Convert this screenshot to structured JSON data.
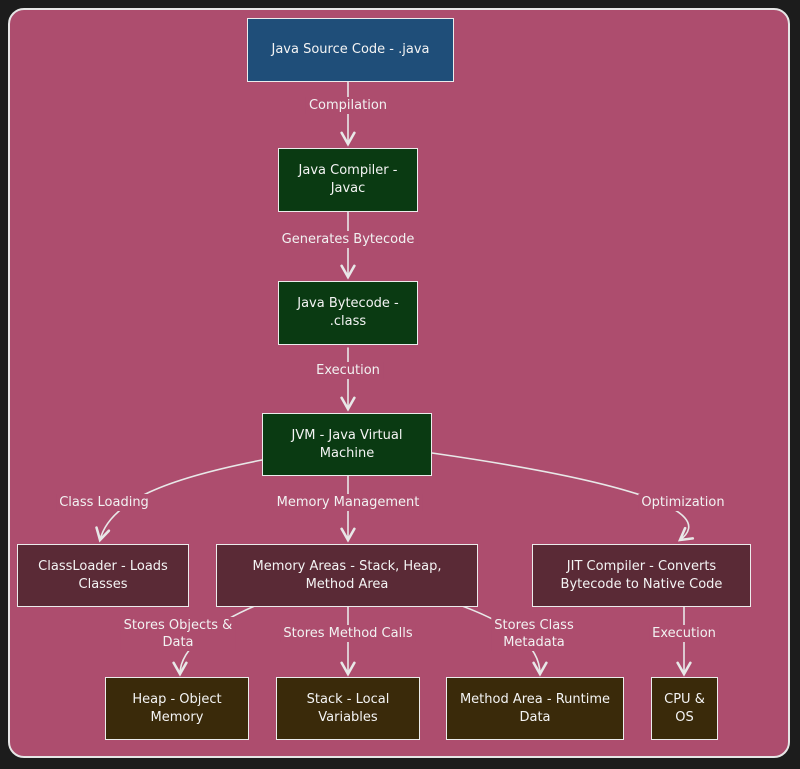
{
  "nodes": {
    "source": "Java Source Code - .java",
    "compiler": "Java Compiler -\nJavac",
    "bytecode": "Java Bytecode -\n.class",
    "jvm": "JVM - Java Virtual\nMachine",
    "classloader": "ClassLoader - Loads\nClasses",
    "memory": "Memory Areas - Stack, Heap,\nMethod Area",
    "jit": "JIT Compiler - Converts\nBytecode to Native Code",
    "heap": "Heap - Object\nMemory",
    "stack": "Stack - Local\nVariables",
    "method_area": "Method Area - Runtime\nData",
    "cpu": "CPU &\nOS"
  },
  "edges": {
    "compilation": "Compilation",
    "generates": "Generates Bytecode",
    "execution1": "Execution",
    "class_loading": "Class Loading",
    "memory_mgmt": "Memory Management",
    "optimization": "Optimization",
    "stores_objects": "Stores Objects &\nData",
    "stores_calls": "Stores Method Calls",
    "stores_meta": "Stores Class\nMetadata",
    "execution2": "Execution"
  },
  "colors": {
    "background": "#ad4d6e",
    "source_fill": "#1f4e79",
    "core_fill": "#0a3a12",
    "runtime_fill": "#5a2a36",
    "storage_fill": "#3a2a0a"
  }
}
